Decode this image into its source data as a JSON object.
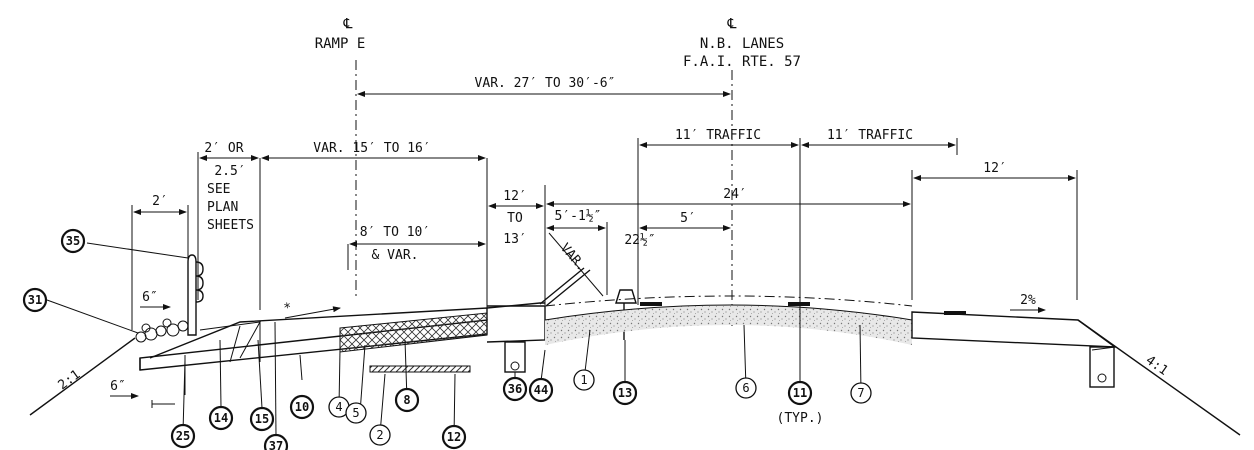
{
  "baselines": {
    "ramp_symbol": "℄",
    "ramp_name": "RAMP E",
    "lanes_symbol": "℄",
    "lanes_line1": "N.B. LANES",
    "lanes_line2": "F.A.I. RTE. 57"
  },
  "dimensions": {
    "var_27_30": "VAR. 27′ TO 30′-6″",
    "var_15_16": "VAR. 15′ TO 16′",
    "two_or": "2′ OR",
    "two_five": "2.5′",
    "see": "SEE",
    "plan": "PLAN",
    "sheets": "SHEETS",
    "two_ft": "2′",
    "eight_ten": "8′ TO 10′",
    "and_var": "& VAR.",
    "twelve": "12′",
    "to": "TO",
    "thirteen": "13′",
    "five_half": "5′-1½″",
    "var_diag": "VAR.",
    "twentytwo_half": "22½″",
    "five_ft": "5′",
    "twentyfour": "24′",
    "traffic_left": "11′ TRAFFIC",
    "traffic_right": "11′ TRAFFIC",
    "twelve_right": "12′",
    "six_in_top": "6″",
    "six_in_bottom": "6″",
    "star": "*",
    "slope_left": "2:1",
    "slope_right": "4:1",
    "cross_slope": "2%",
    "typ": "(TYP.)"
  },
  "callouts": [
    {
      "label": "35",
      "bold": true
    },
    {
      "label": "31",
      "bold": true
    },
    {
      "label": "25",
      "bold": true
    },
    {
      "label": "14",
      "bold": true
    },
    {
      "label": "37",
      "bold": true
    },
    {
      "label": "15",
      "bold": true
    },
    {
      "label": "10",
      "bold": true
    },
    {
      "label": "4",
      "bold": false
    },
    {
      "label": "5",
      "bold": false
    },
    {
      "label": "2",
      "bold": false
    },
    {
      "label": "8",
      "bold": true
    },
    {
      "label": "12",
      "bold": true
    },
    {
      "label": "36",
      "bold": true
    },
    {
      "label": "44",
      "bold": true
    },
    {
      "label": "1",
      "bold": false
    },
    {
      "label": "13",
      "bold": true
    },
    {
      "label": "6",
      "bold": false
    },
    {
      "label": "11",
      "bold": true
    },
    {
      "label": "7",
      "bold": false
    }
  ]
}
